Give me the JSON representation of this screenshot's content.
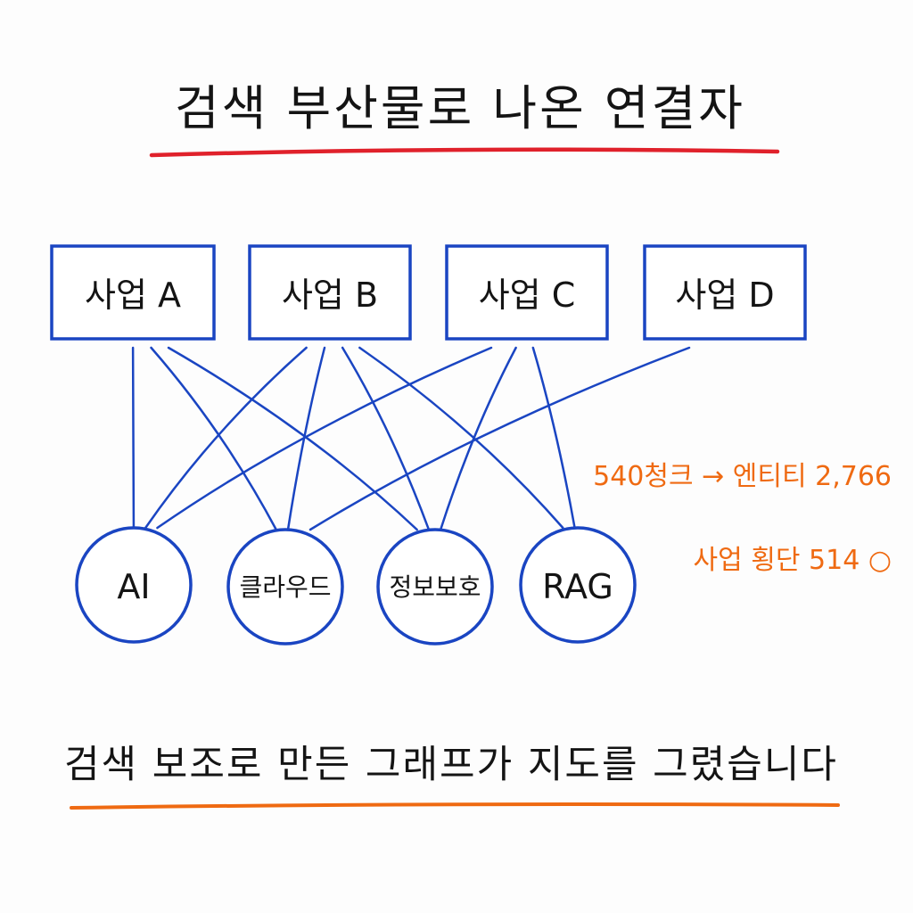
{
  "title": "검색 부산물로 나온 연결자",
  "caption": "검색 보조로 만든 그래프가 지도를 그렸습니다",
  "projects": [
    {
      "id": "A",
      "label": "사업 A"
    },
    {
      "id": "B",
      "label": "사업 B"
    },
    {
      "id": "C",
      "label": "사업 C"
    },
    {
      "id": "D",
      "label": "사업 D"
    }
  ],
  "topics": [
    {
      "id": "ai",
      "label": "AI"
    },
    {
      "id": "cloud",
      "label": "클라우드"
    },
    {
      "id": "security",
      "label": "정보보호"
    },
    {
      "id": "rag",
      "label": "RAG"
    }
  ],
  "edges": [
    {
      "from": "A",
      "to": "ai"
    },
    {
      "from": "A",
      "to": "cloud"
    },
    {
      "from": "A",
      "to": "security"
    },
    {
      "from": "B",
      "to": "ai"
    },
    {
      "from": "B",
      "to": "cloud"
    },
    {
      "from": "B",
      "to": "security"
    },
    {
      "from": "B",
      "to": "rag"
    },
    {
      "from": "C",
      "to": "ai"
    },
    {
      "from": "C",
      "to": "security"
    },
    {
      "from": "C",
      "to": "rag"
    },
    {
      "from": "D",
      "to": "cloud"
    }
  ],
  "stats": {
    "chunks_to_entities": "540청크 → 엔티티 2,766",
    "cross_project": "사업 횡단 514 ○"
  },
  "colors": {
    "title_underline": "#e0212b",
    "caption_underline": "#ef6a12",
    "node_stroke": "#1a45c2",
    "edge": "#1a45c2",
    "stat_text": "#ef6a12",
    "text": "#141414"
  }
}
